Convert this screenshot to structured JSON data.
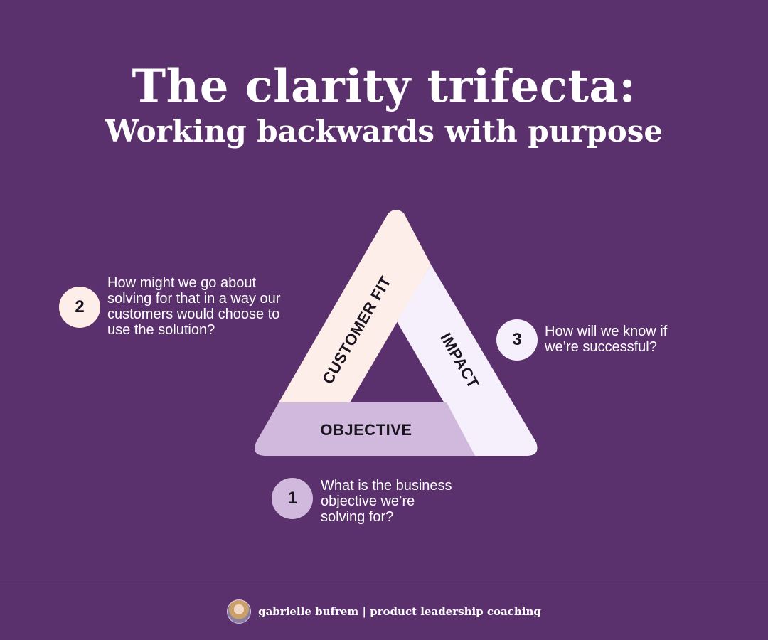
{
  "header": {
    "title": "The clarity trifecta:",
    "subtitle": "Working backwards with purpose"
  },
  "triangle": {
    "sides": {
      "left": "CUSTOMER FIT",
      "right": "IMPACT",
      "bottom": "OBJECTIVE"
    },
    "colors": {
      "left": "#fdeee9",
      "right": "#f6effc",
      "bottom": "#d0b9dc"
    }
  },
  "steps": [
    {
      "number": "1",
      "line1": "What is the business",
      "line2": "objective we’re",
      "line3": "solving for?"
    },
    {
      "number": "2",
      "line1": "How might we go about",
      "line2": "solving for that in a way our",
      "line3": "customers would choose to",
      "line4": "use the solution?"
    },
    {
      "number": "3",
      "line1": "How will we know if",
      "line2": "we’re successful?"
    }
  ],
  "footer": {
    "text": "gabrielle bufrem | product leadership coaching",
    "avatar_icon": "person-avatar-icon"
  },
  "colors": {
    "background": "#5b316d",
    "text": "#ffffff"
  }
}
